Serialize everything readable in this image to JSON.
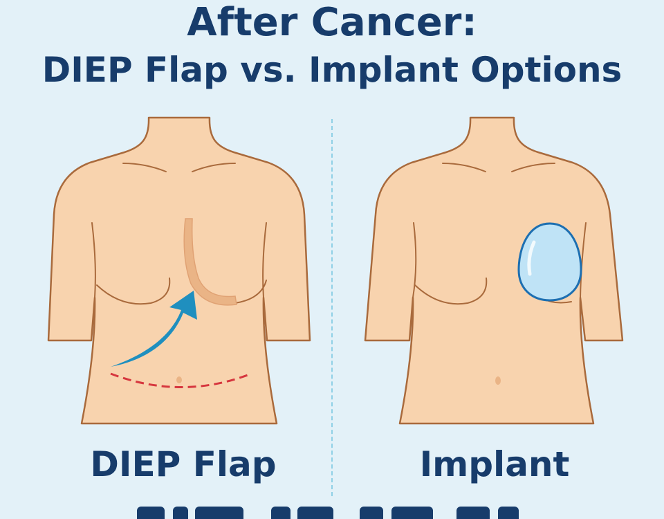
{
  "title": {
    "line1": "After Cancer:",
    "line2": "DIEP Flap vs. Implant Options"
  },
  "panels": [
    {
      "label": "DIEP Flap"
    },
    {
      "label": "Implant"
    }
  ],
  "colors": {
    "background": "#e3f1f8",
    "title_text": "#173c6b",
    "skin": "#f8d3ae",
    "outline": "#a96a3c",
    "flap": "#eab486",
    "arrow": "#1f8fbf",
    "incision": "#d6363e",
    "implant": "#bfe3f6",
    "implant_outline": "#1d6fb1",
    "divider": "#8fd0e6"
  },
  "icons": [
    "curved-arrow-icon",
    "implant-icon",
    "incision-line-icon"
  ]
}
